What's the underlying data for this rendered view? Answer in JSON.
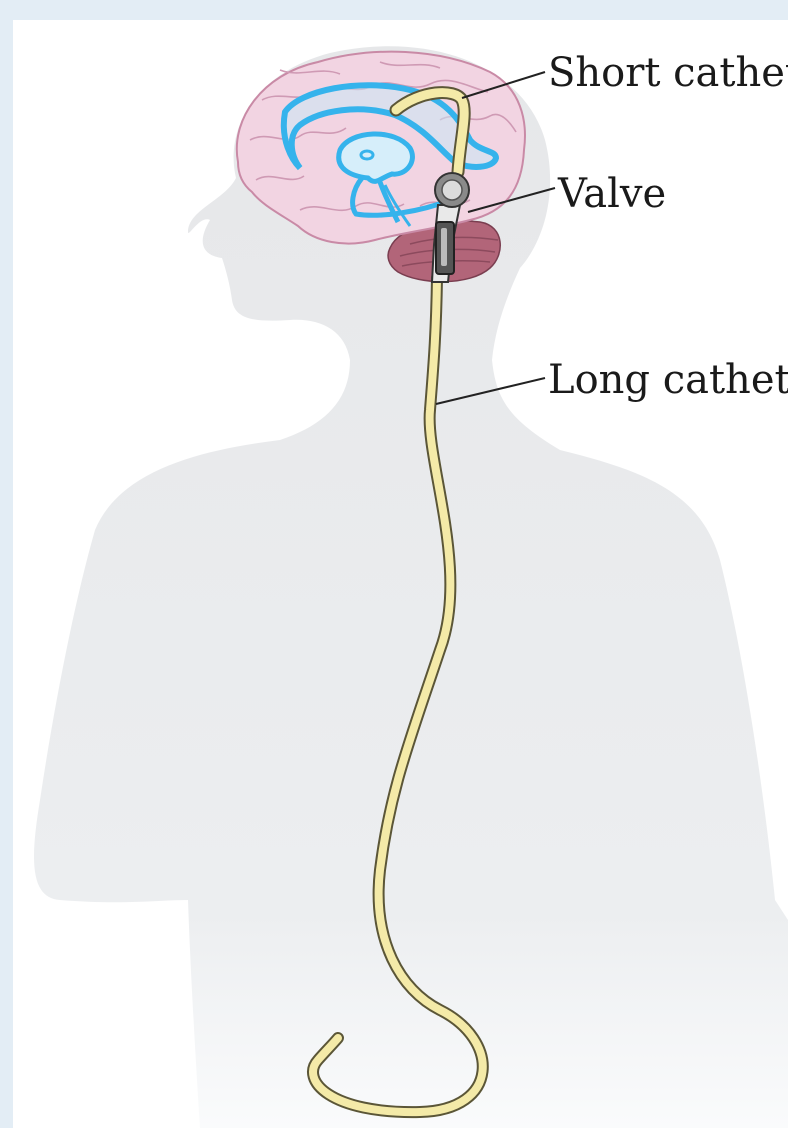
{
  "labels": {
    "short_catheter": "Short cathet",
    "valve": "Valve",
    "long_catheter": "Long catheter"
  },
  "colors": {
    "background": "#e3edf5",
    "silhouette": "#e6e7e9",
    "brain": "#f2d4e2",
    "brain_outline": "#c98aa6",
    "ventricles": "#35b3ec",
    "cerebellum": "#b26579",
    "catheter": "#f4eaa8",
    "catheter_outline": "#5b5637"
  }
}
